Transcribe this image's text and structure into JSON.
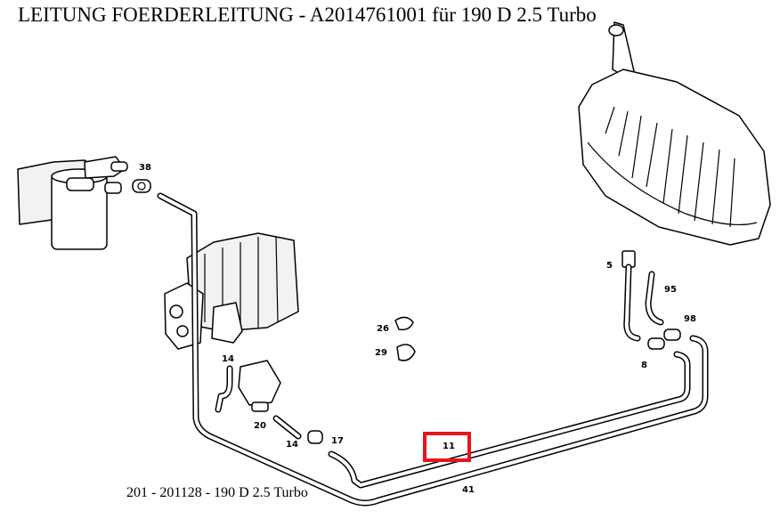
{
  "title": "LEITUNG FOERDERLEITUNG - A2014761001 für 190 D 2.5 Turbo",
  "footer": "201 - 201128 - 190 D 2.5 Turbo",
  "highlight_color": "#e8141c",
  "highlighted_part": "11",
  "parts": {
    "p38": "38",
    "p14a": "14",
    "p20": "20",
    "p14b": "14",
    "p17": "17",
    "p26": "26",
    "p29": "29",
    "p5": "5",
    "p95": "95",
    "p98": "98",
    "p8": "8",
    "p11": "11",
    "p41": "41"
  }
}
